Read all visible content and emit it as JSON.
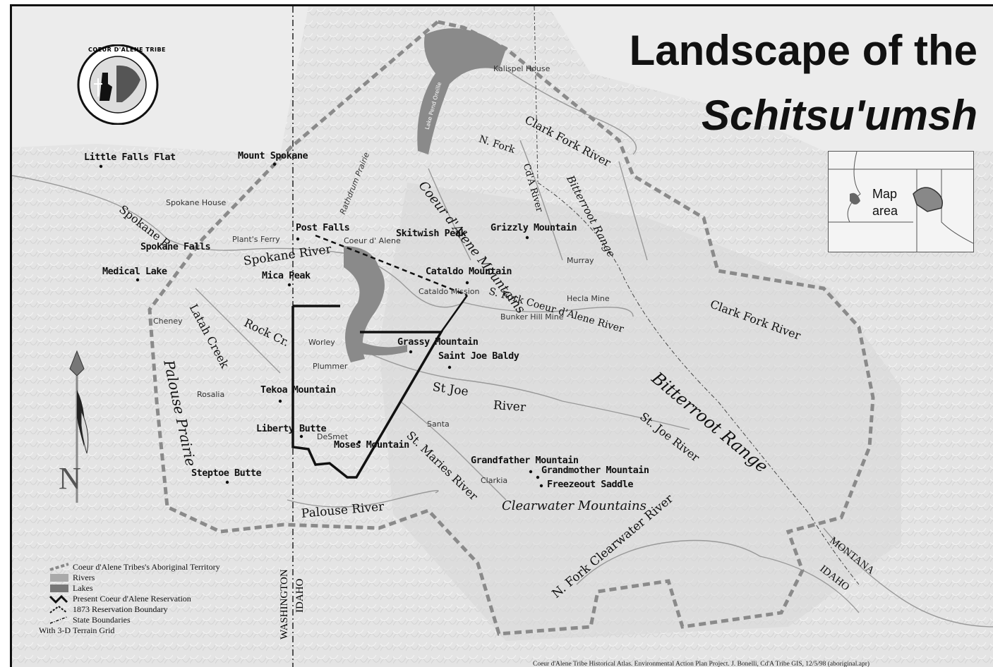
{
  "title": {
    "line1": "Landscape of the",
    "line2": "Schitsu'umsh"
  },
  "logo": {
    "text": "COEUR D'ALENE TRIBE",
    "icon": "tribal-seal-icon"
  },
  "compass": {
    "north_label": "N",
    "icon": "arrowhead-feather-icon"
  },
  "inset": {
    "label_line1": "Map",
    "label_line2": "area"
  },
  "places": {
    "little_falls_flat": "Little Falls Flat",
    "mount_spokane": "Mount Spokane",
    "spokane_house": "Spokane House",
    "spokane_falls": "Spokane Falls",
    "plants_ferry": "Plant's Ferry",
    "post_falls": "Post Falls",
    "coeur_d_alene": "Coeur d' Alene",
    "medical_lake": "Medical Lake",
    "mica_peak": "Mica Peak",
    "cheney": "Cheney",
    "worley": "Worley",
    "plummer": "Plummer",
    "rosalia": "Rosalia",
    "tekoa_mountain": "Tekoa Mountain",
    "liberty_butte": "Liberty Butte",
    "desmet": "DeSmet",
    "moses_mountain": "Moses Mountain",
    "steptoe_butte": "Steptoe Butte",
    "kalispel_house": "Kalispel House",
    "skitwish_peak": "Skitwish Peak",
    "grizzly_mountain": "Grizzly Mountain",
    "murray": "Murray",
    "cataldo_mountain": "Cataldo Mountain",
    "cataldo_mission": "Cataldo Mission",
    "hecla_mine": "Hecla Mine",
    "bunker_hill_mine": "Bunker Hill Mine",
    "grassy_mountain": "Grassy Mountain",
    "saint_joe_baldy": "Saint Joe Baldy",
    "santa": "Santa",
    "clarkia": "Clarkia",
    "grandfather_mountain": "Grandfather Mountain",
    "grandmother_mountain": "Grandmother Mountain",
    "freezeout_saddle": "Freezeout Saddle",
    "lake_pend_oreille": "Lake Pend Oreille",
    "rathdrum_prairie": "Rathdrum Prairie"
  },
  "features": {
    "spokane_r": "Spokane R.",
    "spokane_river": "Spokane River",
    "latah_creek": "Latah Creek",
    "rock_cr": "Rock Cr.",
    "palouse_prairie": "Palouse Prairie",
    "palouse_river": "Palouse River",
    "n_fork": "N. Fork",
    "cda_river": "Cd'A River",
    "clark_fork_river_1": "Clark Fork River",
    "clark_fork_river_2": "Clark Fork River",
    "bitterroot_range_1": "Bitterroot Range",
    "bitterroot_range_2": "Bitterroot Range",
    "coeur_dalene_mountains": "Coeur d'Alene Mountains",
    "s_fork_cda_river": "S. Fork Coeur d'Alene River",
    "st_joe": "St Joe",
    "river": "River",
    "st_joe_river": "St. Joe River",
    "st_maries_river": "St. Maries River",
    "clearwater_mountains": "Clearwater Mountains",
    "n_fork_clearwater_river": "N. Fork Clearwater River"
  },
  "states": {
    "washington": "WASHINGTON",
    "idaho_left": "IDAHO",
    "montana": "MONTANA",
    "idaho_right": "IDAHO"
  },
  "legend": [
    {
      "label": "Coeur d'Alene Tribes's Aboriginal Territory",
      "icon": "dashed-territory-icon"
    },
    {
      "label": "Rivers",
      "icon": "river-swatch-icon"
    },
    {
      "label": "Lakes",
      "icon": "lake-swatch-icon"
    },
    {
      "label": "Present Coeur d'Alene Reservation",
      "icon": "reservation-line-icon"
    },
    {
      "label": "1873 Reservation Boundary",
      "icon": "reservation-1873-icon"
    },
    {
      "label": "State Boundaries",
      "icon": "state-boundary-icon"
    },
    {
      "label": "With 3-D Terrain Grid",
      "icon": ""
    }
  ],
  "credit": "Coeur d'Alene Tribe Historical Atlas. Environmental Action Plan Project. J. Bonelli, Cd'A Tribe GIS, 12/5/98 (aboriginal.apr)",
  "colors": {
    "background": "#ececec",
    "territory_line": "#888888",
    "reservation_line": "#111111",
    "lake": "#8a8a8a",
    "river": "#9a9a9a"
  }
}
